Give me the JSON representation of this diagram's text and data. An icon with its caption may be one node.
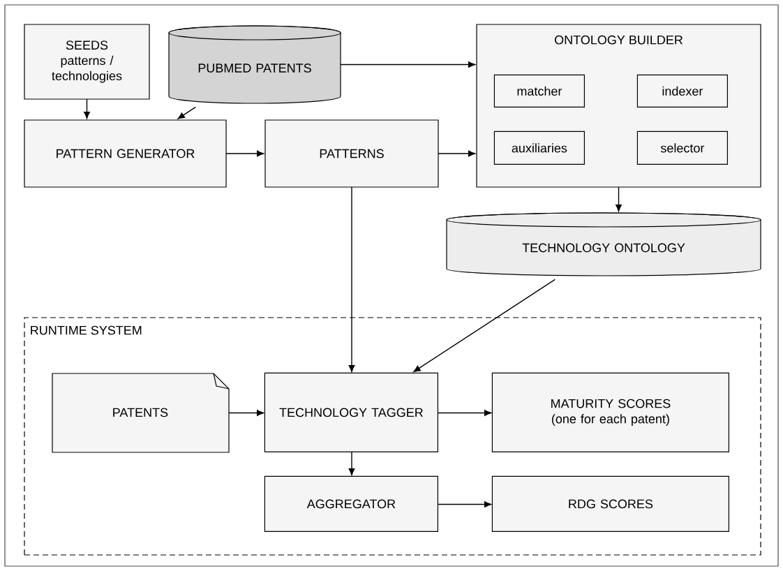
{
  "diagram": {
    "nodes": [
      {
        "text": [
          "SEEDS",
          "patterns / technologies"
        ]
      },
      {
        "text": [
          "PUBMED PATENTS"
        ]
      },
      {
        "text": [
          "ONTOLOGY BUILDER"
        ]
      },
      {
        "text": [
          "matcher"
        ],
        "in": 2
      },
      {
        "text": [
          "indexer"
        ],
        "in": 2
      },
      {
        "text": [
          "auxiliaries"
        ],
        "in": 2
      },
      {
        "text": [
          "selector"
        ],
        "in": 2
      },
      {
        "text": [
          "PATTERN GENERATOR"
        ]
      },
      {
        "text": [
          "PATTERNS"
        ]
      },
      {
        "text": [
          "TECHNOLOGY ONTOLOGY"
        ]
      },
      {
        "text": [
          "RUNTIME SYSTEM"
        ]
      },
      {
        "text": [
          "PATENTS"
        ],
        "in": 10
      },
      {
        "text": [
          "TECHNOLOGY TAGGER"
        ],
        "in": 10
      },
      {
        "text": [
          "MATURITY SCORES",
          "(one for each patent)"
        ],
        "in": 10
      },
      {
        "text": [
          "AGGREGATOR"
        ],
        "in": 10
      },
      {
        "text": [
          "RDG SCORES"
        ],
        "in": 10
      }
    ],
    "edges": [
      {
        "from": 0,
        "to": 7,
        "arrow": "to"
      },
      {
        "from": 1,
        "to": 7,
        "arrow": "to"
      },
      {
        "from": 1,
        "to": 2,
        "arrow": "to"
      },
      {
        "from": 7,
        "to": 8,
        "arrow": "to"
      },
      {
        "from": 8,
        "to": 2,
        "arrow": "to"
      },
      {
        "from": 2,
        "to": 9,
        "arrow": "to"
      },
      {
        "from": 8,
        "to": 12,
        "arrow": "to"
      },
      {
        "from": 9,
        "to": 12,
        "arrow": "to"
      },
      {
        "from": 11,
        "to": 12,
        "arrow": "to"
      },
      {
        "from": 12,
        "to": 13,
        "arrow": "to"
      },
      {
        "from": 12,
        "to": 14,
        "arrow": "to"
      },
      {
        "from": 14,
        "to": 15,
        "arrow": "to"
      }
    ]
  }
}
